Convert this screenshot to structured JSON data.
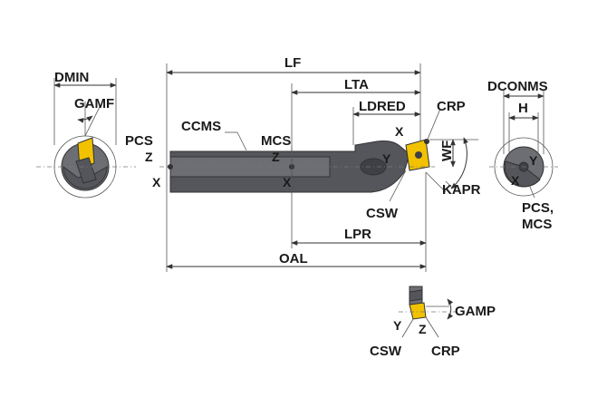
{
  "colors": {
    "tool_body": "#55565c",
    "tool_body_light": "#6d6e74",
    "insert": "#f2c200",
    "line": "#333333",
    "text": "#1a1a1a",
    "background": "#ffffff"
  },
  "labels": {
    "dmin": "DMIN",
    "gamf": "GAMF",
    "pcs": "PCS",
    "ccms": "CCMS",
    "mcs": "MCS",
    "lf": "LF",
    "lta": "LTA",
    "ldred": "LDRED",
    "crp": "CRP",
    "wf": "WF",
    "kapr": "KAPR",
    "csw": "CSW",
    "lpr": "LPR",
    "oal": "OAL",
    "dconms": "DCONMS",
    "h": "H",
    "pcs_mcs_line1": "PCS,",
    "pcs_mcs_line2": "MCS",
    "gamp": "GAMP",
    "csw_bottom": "CSW",
    "crp_bottom": "CRP"
  },
  "axes": {
    "z": "Z",
    "x": "X",
    "y": "Y"
  }
}
